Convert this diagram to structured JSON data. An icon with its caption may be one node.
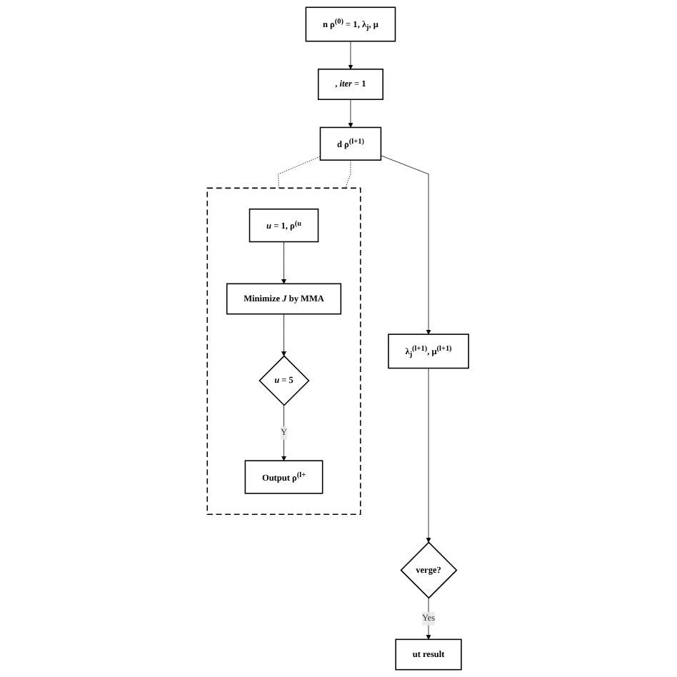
{
  "diagram": {
    "nodes": [
      {
        "text": [
          "n ρ$^{(0)}$ = 1, λ$_{j}$, μ"
        ]
      },
      {
        "text": [
          ", *iter* = 1"
        ]
      },
      {
        "text": [
          "d ρ$^{(l+1)}$"
        ]
      },
      {
        "text": [
          "λ$_{j}$$^{(l+1)}$, μ$^{(l+1)}$"
        ]
      },
      {
        "text": [
          "verge?"
        ]
      },
      {
        "text": [
          "ut result"
        ]
      },
      {
        "text": [],
        "shape": "box"
      },
      {
        "text": [
          "*u* = 1, ρ$^{(u}$"
        ],
        "in": 6
      },
      {
        "text": [
          "Minimize *J* by MMA"
        ],
        "in": 6
      },
      {
        "text": [
          "*u* = 5"
        ],
        "in": 6
      },
      {
        "text": [
          "Output ρ$^{(l+}$"
        ],
        "in": 6
      }
    ],
    "edges": [
      {
        "from": 0,
        "to": 1,
        "arrow": "to"
      },
      {
        "from": 1,
        "to": 2,
        "arrow": "to"
      },
      {
        "from": 2,
        "to": 3,
        "arrow": "to"
      },
      {
        "from": 3,
        "to": 4,
        "arrow": "to"
      },
      {
        "from": 4,
        "to": 5,
        "arrow": "to",
        "label": "Yes"
      },
      {
        "from": 2,
        "to": 6,
        "arrow": "none",
        "style": "dashed"
      },
      {
        "from": 2,
        "to": 6,
        "arrow": "none",
        "style": "dashed"
      },
      {
        "from": 7,
        "to": 8,
        "arrow": "to"
      },
      {
        "from": 8,
        "to": 9,
        "arrow": "to"
      },
      {
        "from": 9,
        "to": 10,
        "arrow": "to",
        "label": "Y"
      }
    ]
  }
}
